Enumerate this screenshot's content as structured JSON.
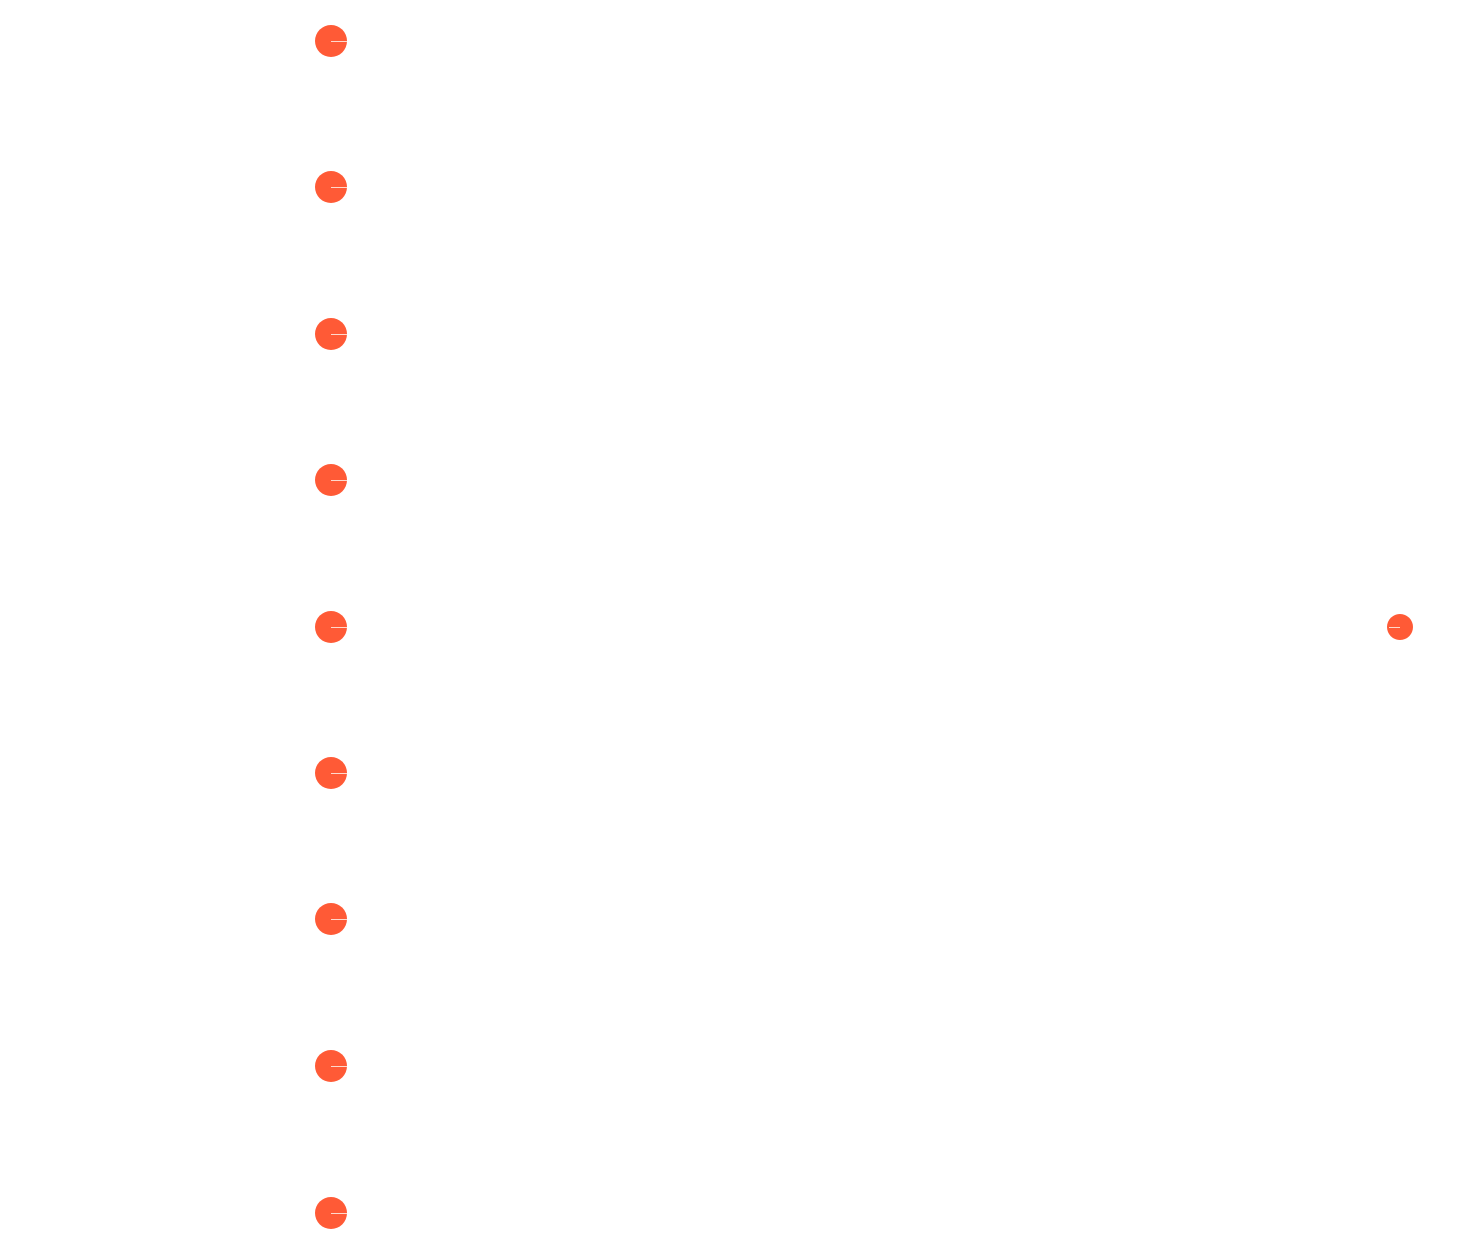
{
  "colors": {
    "node": "#ff5a36",
    "tick": "#ffd9cc",
    "background": "#ffffff"
  },
  "nodes": {
    "left_column": [
      {
        "icon": "node-dot-icon",
        "tick_direction": "right"
      },
      {
        "icon": "node-dot-icon",
        "tick_direction": "right"
      },
      {
        "icon": "node-dot-icon",
        "tick_direction": "right"
      },
      {
        "icon": "node-dot-icon",
        "tick_direction": "right"
      },
      {
        "icon": "node-dot-icon",
        "tick_direction": "right"
      },
      {
        "icon": "node-dot-icon",
        "tick_direction": "right"
      },
      {
        "icon": "node-dot-icon",
        "tick_direction": "right"
      },
      {
        "icon": "node-dot-icon",
        "tick_direction": "right"
      },
      {
        "icon": "node-dot-icon",
        "tick_direction": "right"
      }
    ],
    "right_node": {
      "icon": "node-dot-icon",
      "tick_direction": "left"
    }
  }
}
